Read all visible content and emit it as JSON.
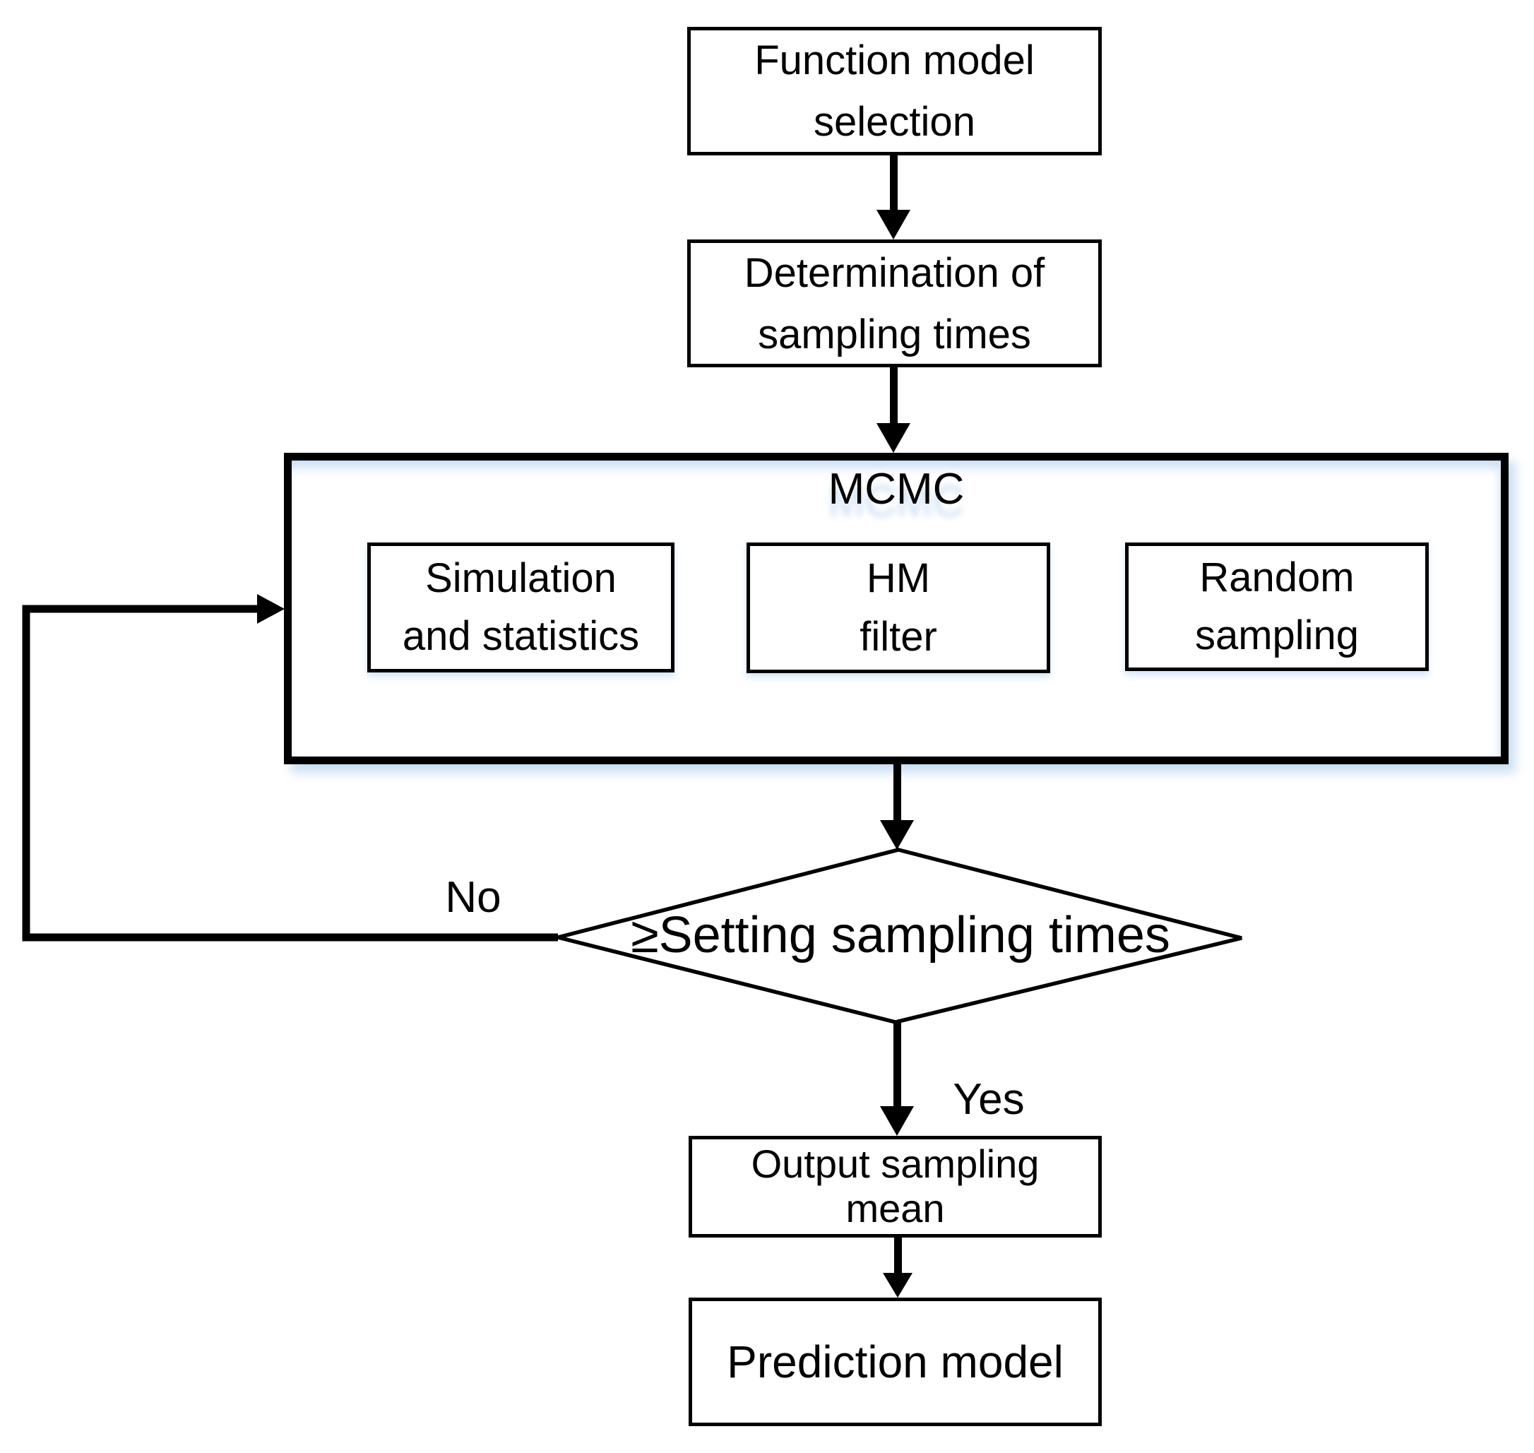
{
  "nodes": {
    "function_model": {
      "lines": [
        "Function model",
        "selection"
      ]
    },
    "determination": {
      "lines": [
        "Determination of",
        "sampling times"
      ]
    },
    "mcmc": {
      "title": "MCMC"
    },
    "simulation": {
      "lines": [
        "Simulation",
        "and statistics"
      ]
    },
    "hm_filter": {
      "lines": [
        "HM",
        "filter"
      ]
    },
    "random_sampling": {
      "lines": [
        "Random",
        "sampling"
      ]
    },
    "decision": {
      "label": "≥Setting sampling times"
    },
    "output_mean": {
      "lines": [
        "Output sampling",
        "mean"
      ]
    },
    "prediction": {
      "lines": [
        "Prediction model"
      ]
    }
  },
  "edges": {
    "no_label": "No",
    "yes_label": "Yes"
  },
  "colors": {
    "ink": "#000000",
    "background": "#ffffff",
    "shadow_glow": "#cfe0f3"
  }
}
